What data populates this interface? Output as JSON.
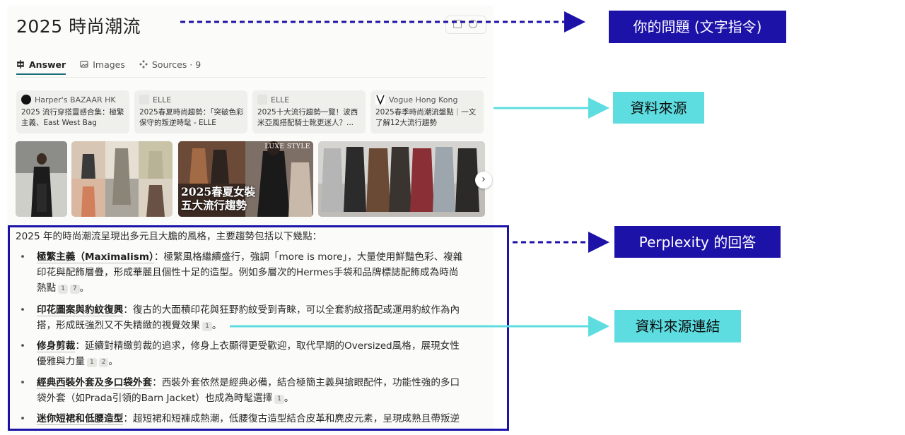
{
  "screen": {
    "query_title": "2025 時尚潮流",
    "tabs": [
      {
        "label": "Answer",
        "icon": "answer-icon",
        "active": true
      },
      {
        "label": "Images",
        "icon": "image-icon",
        "active": false
      },
      {
        "label": "Sources · 9",
        "icon": "sources-icon",
        "active": false
      }
    ],
    "sources": [
      {
        "publisher": "Harper's BAZAAR HK",
        "title": "2025 流行穿搭靈感合集：極繁主義、East West Bag",
        "logo_color": "#111111"
      },
      {
        "publisher": "ELLE",
        "title": "2025春夏時尚趨勢：「突破色彩保守的叛逆時髦 - ELLE",
        "logo_color": "#d9d9d5"
      },
      {
        "publisher": "ELLE",
        "title": "2025十大流行趨勢一覽！波西米亞風搭配騎士靴更迷人？...",
        "logo_color": "#d9d9d5"
      },
      {
        "publisher": "Vogue Hong Kong",
        "title": "2025春季時尚潮流盤點｜一文了解12大流行趨勢",
        "logo_color": "#ffffff"
      }
    ],
    "image_overlay": {
      "line1": "2025春夏女裝",
      "line2": "五大流行趨勢",
      "brand": "LUXE STYLE"
    },
    "next_arrow": "›",
    "answer": {
      "intro": "2025 年的時尚潮流呈現出多元且大膽的風格，主要趨勢包括以下幾點：",
      "bullets": [
        {
          "heading": "極繁主義（Maximalism）",
          "lines": [
            "：極繁風格繼續盛行，強調「more is more」，大量使用鮮豔色彩、複雜",
            "印花與配飾層疊，形成華麗且個性十足的造型。例如多層次的Hermes手袋和品牌標誌配飾成為時尚",
            "熱點"
          ],
          "cites": [
            "1",
            "7"
          ]
        },
        {
          "heading": "印花圖案與豹紋復興",
          "lines": [
            "：復古的大面積印花與狂野豹紋受到青睞，可以全套豹紋搭配或運用豹紋作為內",
            "搭，形成既強烈又不失精緻的視覺效果"
          ],
          "cites": [
            "1"
          ]
        },
        {
          "heading": "修身剪裁",
          "lines": [
            "：延續對精緻剪裁的追求，修身上衣顯得更受歡迎，取代早期的Oversized風格，展現女性",
            "優雅與力量"
          ],
          "cites": [
            "1",
            "2"
          ]
        },
        {
          "heading": "經典西裝外套及多口袋外套",
          "lines": [
            "：西裝外套依然是經典必備，結合極簡主義與搶眼配件，功能性強的多口",
            "袋外套（如Prada引領的Barn Jacket）也成為時髦選擇"
          ],
          "cites": [
            "1"
          ]
        },
        {
          "heading": "迷你短裙和低腰造型",
          "lines": [
            "：超短裙和短褲成熱潮，低腰復古造型結合皮革和麂皮元素，呈現成熟且帶叛逆"
          ],
          "cites": []
        }
      ]
    }
  },
  "annotations": {
    "question": "你的問題 (文字指令)",
    "sources": "資料來源",
    "answer": "Perplexity 的回答",
    "source_links": "資料來源連結"
  },
  "colors": {
    "navy": "#1d12a8",
    "cyan": "#5ddde0",
    "active_tab_underline": "#1f6f7a"
  }
}
